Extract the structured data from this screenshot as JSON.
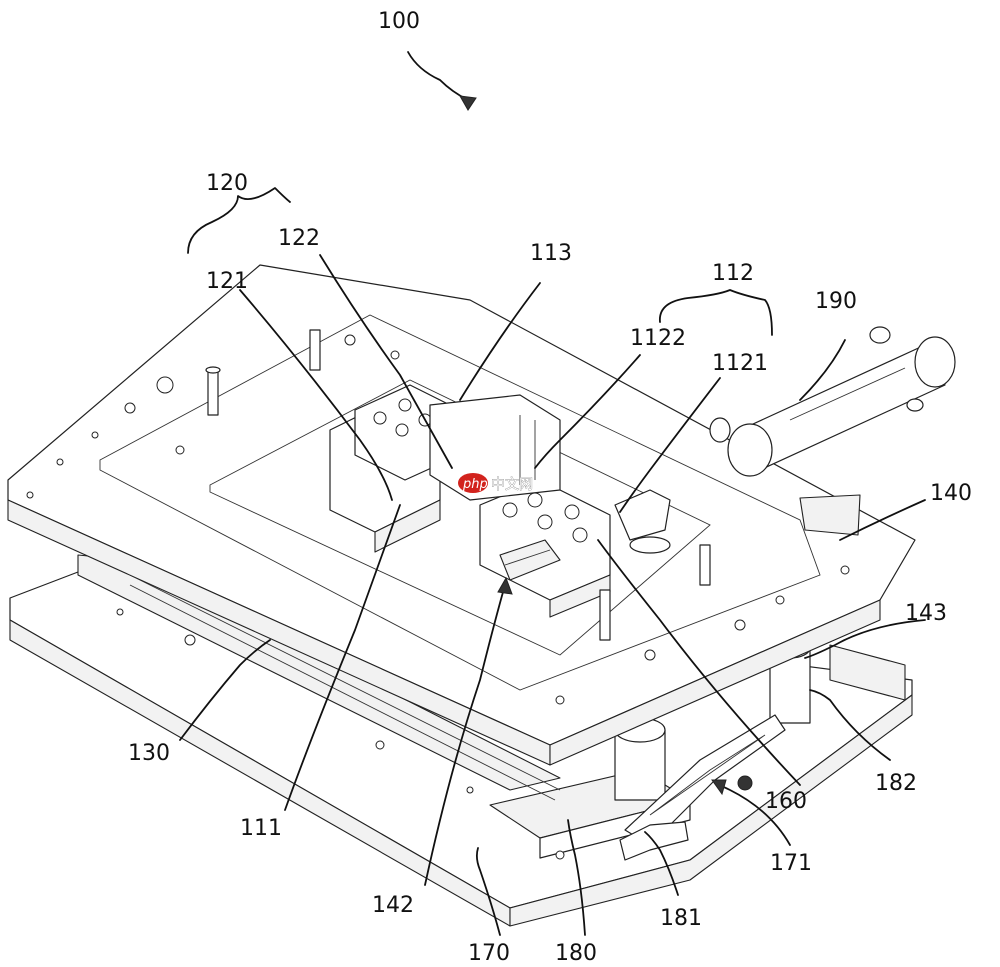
{
  "watermark": {
    "badge": "php",
    "text": "中文网"
  },
  "labels": {
    "l100": "100",
    "l120": "120",
    "l122": "122",
    "l121": "121",
    "l113": "113",
    "l112": "112",
    "l1122": "1122",
    "l1121": "1121",
    "l190": "190",
    "l140": "140",
    "l143": "143",
    "l182": "182",
    "l130": "130",
    "l111": "111",
    "l160": "160",
    "l171": "171",
    "l142": "142",
    "l181": "181",
    "l170": "170",
    "l180": "180"
  }
}
